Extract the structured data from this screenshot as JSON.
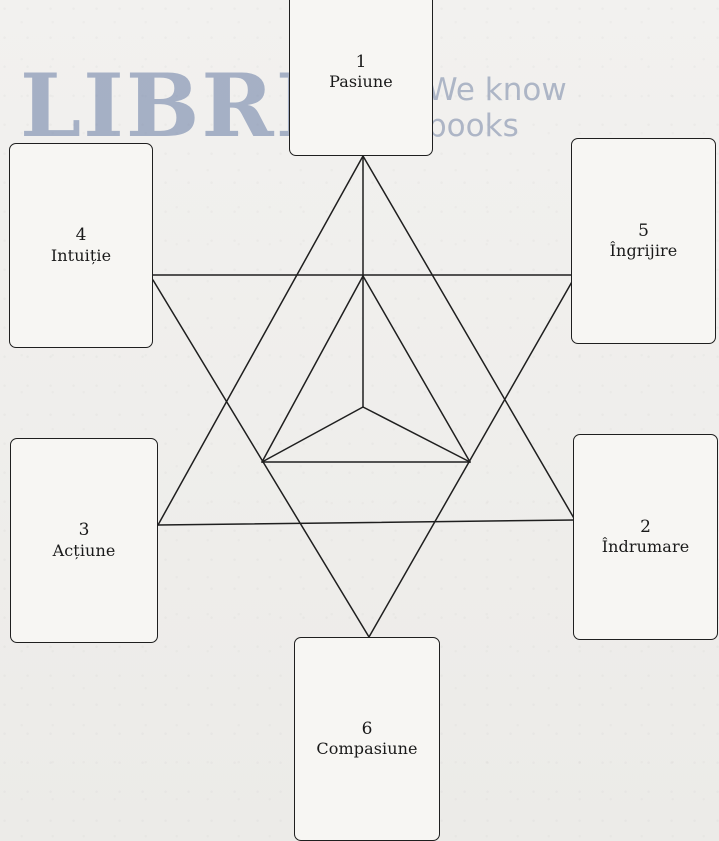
{
  "cards": [
    {
      "id": "pasiune",
      "number": "1",
      "label": "Pasiune"
    },
    {
      "id": "indrumare",
      "number": "2",
      "label": "Îndrumare"
    },
    {
      "id": "actiune",
      "number": "3",
      "label": "Acțiune"
    },
    {
      "id": "intuitie",
      "number": "4",
      "label": "Intuiție"
    },
    {
      "id": "ingrijire",
      "number": "5",
      "label": "Îngrijire"
    },
    {
      "id": "compasiune",
      "number": "6",
      "label": "Compasiune"
    }
  ],
  "watermark": {
    "logo": "LIBRIS",
    "tagline_line1": "We know",
    "tagline_line2": "books"
  },
  "colors": {
    "stroke": "#1f1f1f",
    "watermark": "#6e81a7"
  }
}
